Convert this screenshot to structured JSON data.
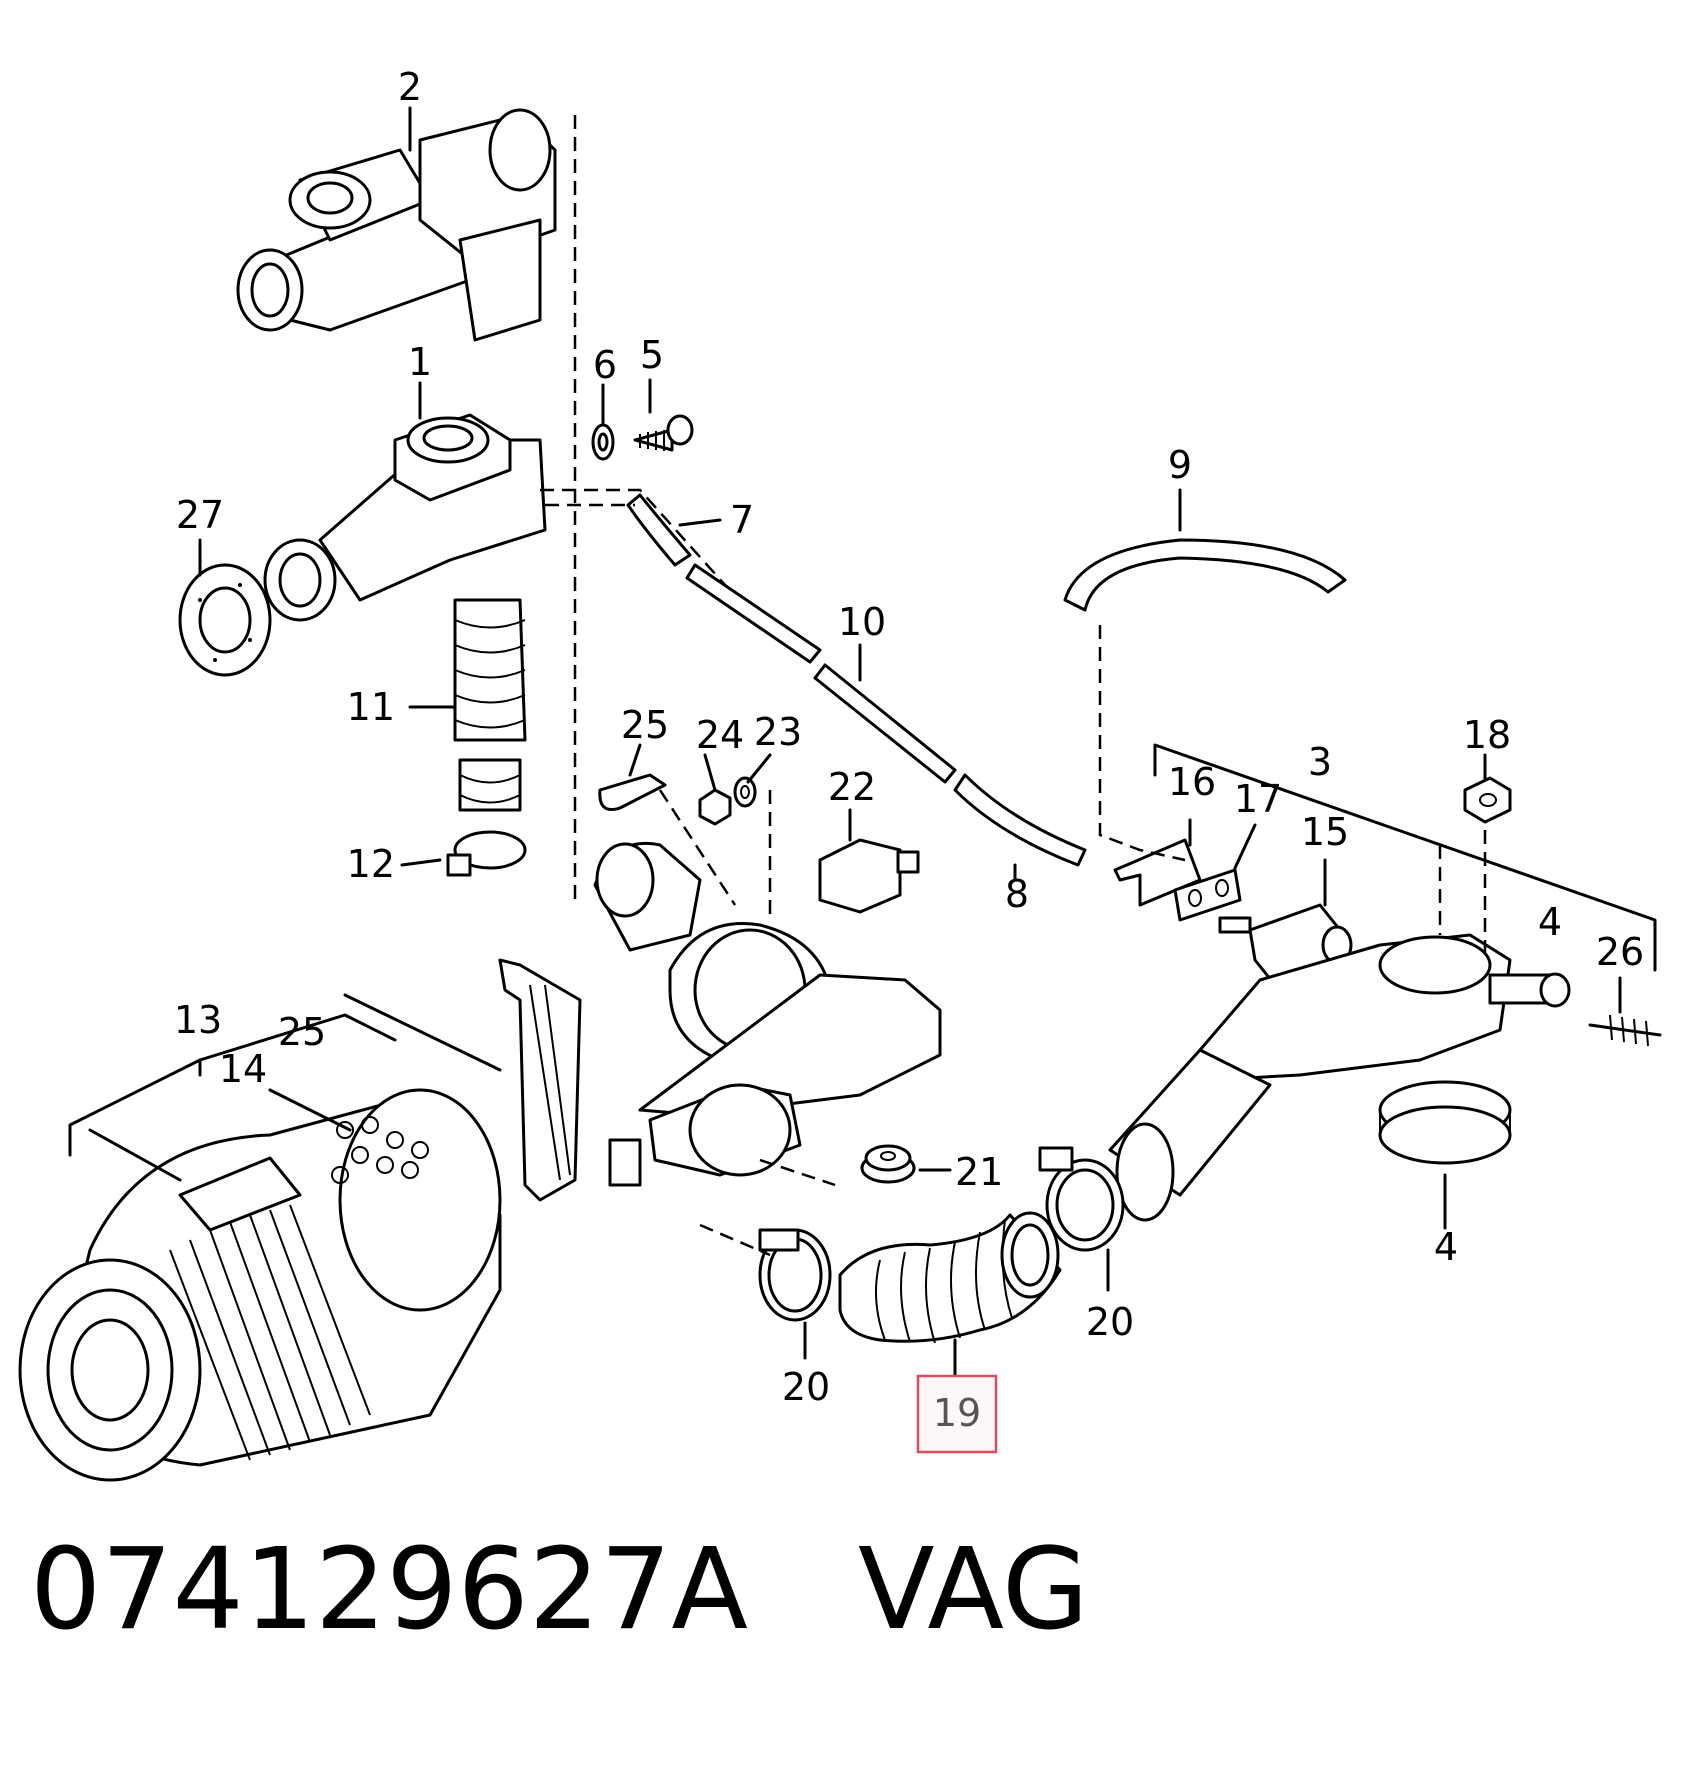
{
  "callouts": [
    {
      "id": "c2",
      "text": "2"
    },
    {
      "id": "c1",
      "text": "1"
    },
    {
      "id": "c6",
      "text": "6"
    },
    {
      "id": "c5",
      "text": "5"
    },
    {
      "id": "c27",
      "text": "27"
    },
    {
      "id": "c7",
      "text": "7"
    },
    {
      "id": "c9",
      "text": "9"
    },
    {
      "id": "c10",
      "text": "10"
    },
    {
      "id": "c11",
      "text": "11"
    },
    {
      "id": "c25a",
      "text": "25"
    },
    {
      "id": "c24",
      "text": "24"
    },
    {
      "id": "c23",
      "text": "23"
    },
    {
      "id": "c22",
      "text": "22"
    },
    {
      "id": "c18",
      "text": "18"
    },
    {
      "id": "c3",
      "text": "3"
    },
    {
      "id": "c16",
      "text": "16"
    },
    {
      "id": "c17",
      "text": "17"
    },
    {
      "id": "c15",
      "text": "15"
    },
    {
      "id": "c12",
      "text": "12"
    },
    {
      "id": "c8",
      "text": "8"
    },
    {
      "id": "c4a",
      "text": "4"
    },
    {
      "id": "c26",
      "text": "26"
    },
    {
      "id": "c13",
      "text": "13"
    },
    {
      "id": "c25b",
      "text": "25"
    },
    {
      "id": "c14",
      "text": "14"
    },
    {
      "id": "c21",
      "text": "21"
    },
    {
      "id": "c4b",
      "text": "4"
    },
    {
      "id": "c20a",
      "text": "20"
    },
    {
      "id": "c20b",
      "text": "20"
    },
    {
      "id": "c19",
      "text": "19"
    }
  ],
  "highlighted_callout": "19",
  "caption": {
    "part_number": "074129627A",
    "brand": "VAG"
  }
}
